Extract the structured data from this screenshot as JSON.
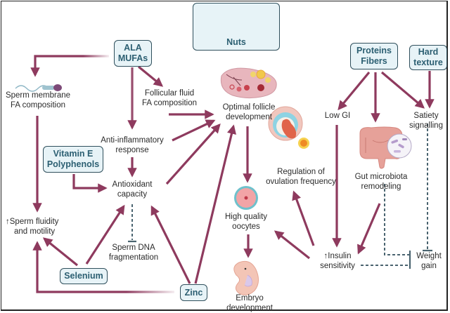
{
  "colors": {
    "arrow": "#8e3a5e",
    "inhibit": "#4a6470",
    "box_fill": "#e7f3f7",
    "box_border": "#2f4f5c",
    "box_text": "#2c5f72"
  },
  "boxes": {
    "nuts": {
      "lines": [
        "Nuts"
      ],
      "icon": "mixed-nuts-icon"
    },
    "ala_mufas": {
      "lines": [
        "ALA",
        "MUFAs"
      ]
    },
    "vitamin_e": {
      "lines": [
        "Vitamin E",
        "Polyphenols"
      ]
    },
    "selenium": {
      "lines": [
        "Selenium"
      ]
    },
    "zinc": {
      "lines": [
        "Zinc"
      ]
    },
    "proteins_fibers": {
      "lines": [
        "Proteins",
        "Fibers"
      ]
    },
    "hard_texture": {
      "lines": [
        "Hard",
        "texture"
      ]
    }
  },
  "labels": {
    "sperm_membrane": {
      "lines": [
        "Sperm membrane",
        "FA composition"
      ],
      "icon": "sperm-icon"
    },
    "follicular_fluid": {
      "lines": [
        "Follicular fluid",
        "FA composition"
      ]
    },
    "optimal_follicle": {
      "lines": [
        "Optimal follicle",
        "development"
      ],
      "icon": "ovary-icon"
    },
    "anti_inflammatory": {
      "lines": [
        "Anti-inflammatory",
        "response"
      ]
    },
    "antioxidant": {
      "lines": [
        "Antioxidant",
        "capacity"
      ]
    },
    "sperm_fluidity": {
      "lines": [
        "↑Sperm fluidity",
        "and motility"
      ]
    },
    "sperm_dna": {
      "lines": [
        "Sperm DNA",
        "fragmentation"
      ]
    },
    "regulation_ovulation": {
      "lines": [
        "Regulation of",
        "ovulation frequency"
      ],
      "icon": "follicle-ovulation-icon"
    },
    "high_quality_oocytes": {
      "lines": [
        "High quality",
        "oocytes"
      ],
      "icon": "oocyte-icon"
    },
    "embryo": {
      "lines": [
        "Embryo",
        "development"
      ],
      "icon": "embryo-icon"
    },
    "low_gi": {
      "lines": [
        "Low GI"
      ]
    },
    "gut_microbiota": {
      "lines": [
        "Gut microbiota",
        "remodeling"
      ],
      "icon": "intestine-microbiota-icon"
    },
    "satiety": {
      "lines": [
        "Satiety",
        "signalling"
      ]
    },
    "insulin": {
      "lines": [
        "↑Insulin",
        "sensitivity"
      ]
    },
    "weight_gain": {
      "lines": [
        "Weight",
        "gain"
      ]
    }
  }
}
